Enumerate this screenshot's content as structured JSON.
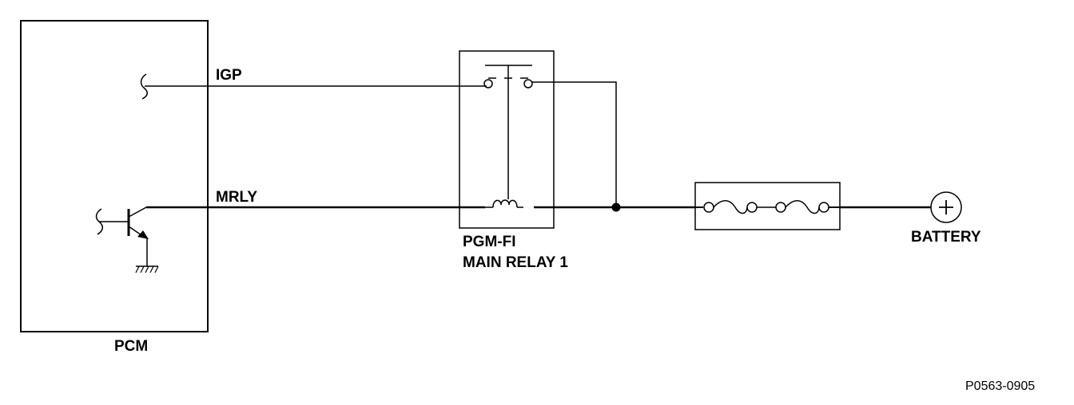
{
  "diagram": {
    "labels": {
      "pcm": "PCM",
      "igp": "IGP",
      "mrly": "MRLY",
      "relay_line1": "PGM-FI",
      "relay_line2": "MAIN RELAY 1",
      "battery": "BATTERY",
      "ref_code": "P0563-0905"
    },
    "colors": {
      "line": "#000000",
      "background": "#ffffff"
    }
  }
}
